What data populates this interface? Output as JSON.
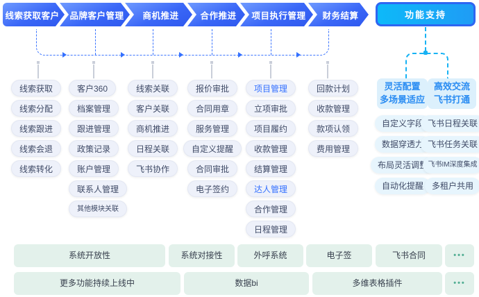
{
  "colors": {
    "flow_blue": "#3370ff",
    "flow_gradient_light": "#6f9aff",
    "support_cyan": "#17b2f4",
    "support_btn_fill": "#0db9f9",
    "support_btn_frame": "#2e66f2",
    "pill_bg": "#eef1fa",
    "pill_text": "#3f4a66",
    "accent_text": "#3370ff",
    "support_header_bg": "#dcf0fc",
    "support_header_text": "#2a8cf2",
    "support_pill_bg": "#e7f5fd",
    "bottom_box_bg": "#e3f1eb",
    "bottom_dots": "#52ae93",
    "stub_grey": "#c9ced9"
  },
  "flow": {
    "steps": [
      "线索获取客户",
      "品牌客户管理",
      "商机推进",
      "合作推进",
      "项目执行管理",
      "财务结算"
    ],
    "support": "功能支持"
  },
  "columns": [
    {
      "items": [
        "线索获取",
        "线索分配",
        "线索跟进",
        "线索会退",
        "线索转化"
      ]
    },
    {
      "items": [
        "客户360",
        "档案管理",
        "跟进管理",
        "政策记录",
        "账户管理",
        "联系人管理",
        "其他模块关联"
      ]
    },
    {
      "items": [
        "线索关联",
        "客户关联",
        "商机推进",
        "日程关联",
        "飞书协作"
      ]
    },
    {
      "items": [
        "报价审批",
        "合同用章",
        "服务管理",
        "自定义提醒",
        "合同审批",
        "电子签约"
      ]
    },
    {
      "items": [
        "项目管理",
        "立项审批",
        "项目履约",
        "收款管理",
        "结算管理",
        "达人管理",
        "合作管理",
        "日程管理"
      ]
    },
    {
      "items": [
        "回款计划",
        "收款管理",
        "款项认领",
        "费用管理"
      ]
    }
  ],
  "support_panel": {
    "headers": [
      {
        "line1": "灵活配置",
        "line2": "多场景适应"
      },
      {
        "line1": "高效交流",
        "line2": "飞书打通"
      }
    ],
    "left_items": [
      "自定义字段",
      "数据穿透力",
      "布局灵活调整",
      "自动化提醒"
    ],
    "right_items": [
      "飞书日程关联",
      "飞书任务关联",
      "飞书IM深度集成",
      "多租户共用"
    ]
  },
  "bottom": {
    "row1": [
      "系统开放性",
      "系统对接性",
      "外呼系统",
      "电子签",
      "飞书合同",
      "•••"
    ],
    "row2": [
      "更多功能持续上线中",
      "数据bi",
      "多维表格插件",
      "•••"
    ]
  }
}
